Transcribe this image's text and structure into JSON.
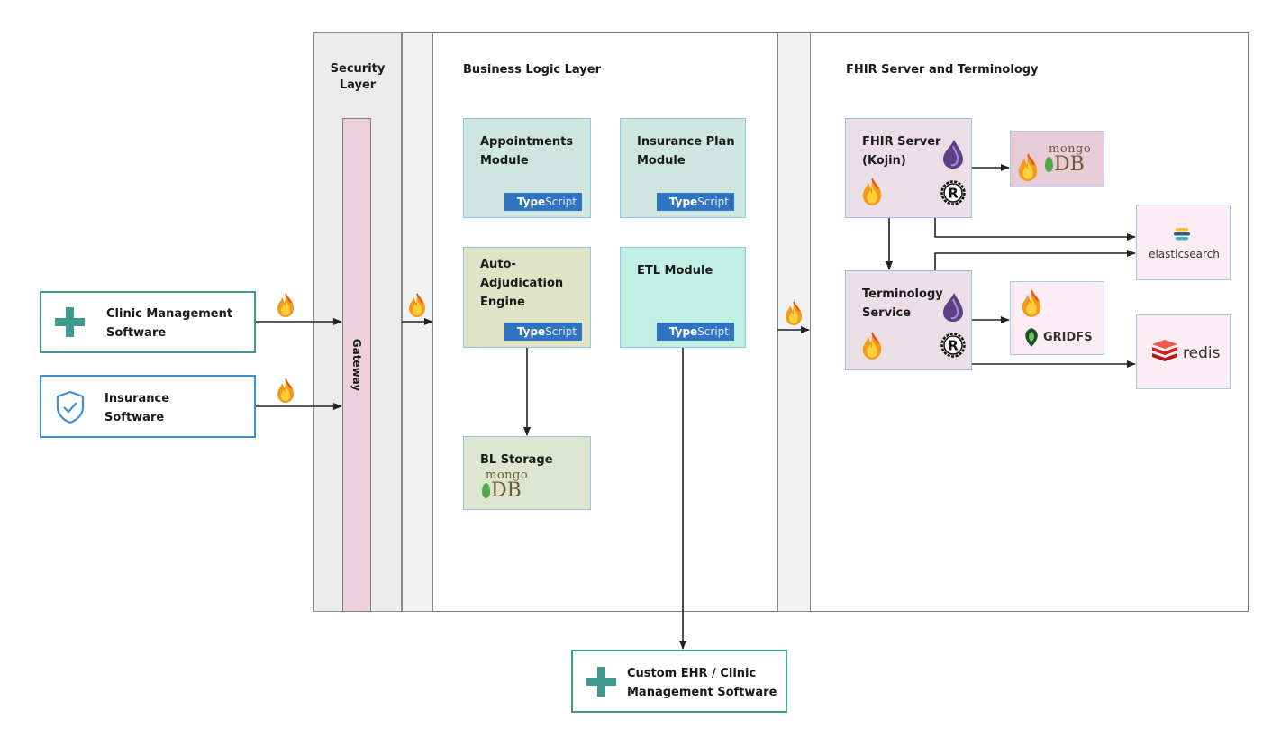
{
  "layers": {
    "security": "Security\nLayer",
    "business": "Business Logic Layer",
    "fhir": "FHIR Server and Terminology"
  },
  "gateway": "Gateway",
  "modules": {
    "appointments": "Appointments\nModule",
    "insurance_plan": "Insurance Plan\nModule",
    "auto_adjudication": "Auto-\nAdjudication\nEngine",
    "etl": "ETL Module",
    "bl_storage": "BL Storage"
  },
  "typescript": {
    "type": "Type",
    "script": "Script"
  },
  "mongodb": {
    "mongo": "mongo",
    "db": "DB"
  },
  "fhir": {
    "server": "FHIR Server\n(Kojin)",
    "terminology": "Terminology\nService"
  },
  "stores": {
    "elasticsearch": "elasticsearch",
    "gridfs": "GRIDFS",
    "redis": "redis"
  },
  "clients": {
    "clinic": "Clinic Management\nSoftware",
    "insurance": "Insurance\nSoftware",
    "custom_ehr": "Custom EHR / Clinic\nManagement Software"
  },
  "colors": {
    "teal": "#3f9a8e",
    "blue_border": "#3f8fd1",
    "appointments_bg": "#cde6df",
    "etl_bg": "#bff0e3",
    "adjudication_bg": "#dfe3c8",
    "storage_bg": "#dde5cf",
    "fhir_box_bg": "#eadfe6",
    "mongo_box_bg": "#e9cad7",
    "pink_box_bg": "#fbedf3",
    "typescript": "#2f74c0",
    "redis": "#d42b25"
  },
  "icons": [
    "plus-cross-icon",
    "shield-check-icon",
    "flame-icon",
    "elixir-drop-icon",
    "rust-logo-icon",
    "elasticsearch-icon",
    "gridfs-leaf-icon",
    "redis-icon",
    "mongodb-leaf-icon"
  ]
}
